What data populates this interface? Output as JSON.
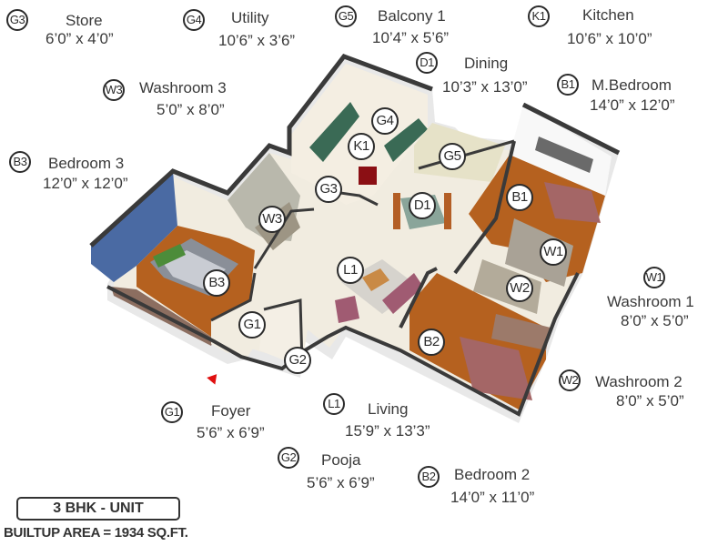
{
  "legend": [
    {
      "code": "G3",
      "name": "Store",
      "dims": "6’0” x 4’0”"
    },
    {
      "code": "G4",
      "name": "Utility",
      "dims": "10’6” x 3’6”"
    },
    {
      "code": "G5",
      "name": "Balcony 1",
      "dims": "10’4” x 5’6”"
    },
    {
      "code": "K1",
      "name": "Kitchen",
      "dims": "10’6” x 10’0”"
    },
    {
      "code": "W3",
      "name": "Washroom 3",
      "dims": "5’0” x 8’0”"
    },
    {
      "code": "D1",
      "name": "Dining",
      "dims": "10’3” x 13’0”"
    },
    {
      "code": "B1",
      "name": "M.Bedroom",
      "dims": "14’0” x 12’0”"
    },
    {
      "code": "B3",
      "name": "Bedroom 3",
      "dims": "12’0” x 12’0”"
    },
    {
      "code": "W1",
      "name": "Washroom 1",
      "dims": "8’0” x 5’0”"
    },
    {
      "code": "W2",
      "name": "Washroom 2",
      "dims": "8’0” x 5’0”"
    },
    {
      "code": "G1",
      "name": "Foyer",
      "dims": "5’6” x 6’9”"
    },
    {
      "code": "L1",
      "name": "Living",
      "dims": "15’9” x 13’3”"
    },
    {
      "code": "G2",
      "name": "Pooja",
      "dims": "5’6” x 6’9”"
    },
    {
      "code": "B2",
      "name": "Bedroom 2",
      "dims": "14’0” x 11’0”"
    }
  ],
  "markers": {
    "G4": "G4",
    "K1": "K1",
    "G3": "G3",
    "W3": "W3",
    "G5": "G5",
    "D1": "D1",
    "B1": "B1",
    "W1": "W1",
    "W2": "W2",
    "L1": "L1",
    "B3": "B3",
    "G1": "G1",
    "G2": "G2",
    "B2": "B2"
  },
  "unit": {
    "title": "3 BHK - UNIT",
    "area": "BUILTUP AREA = 1934 SQ.FT."
  },
  "colors": {
    "wood": "#b5611f",
    "floor": "#f1ece0",
    "wall": "#3a3a3a",
    "accent_wall": "#4a6aa3",
    "entry_arrow": "#e01010"
  }
}
